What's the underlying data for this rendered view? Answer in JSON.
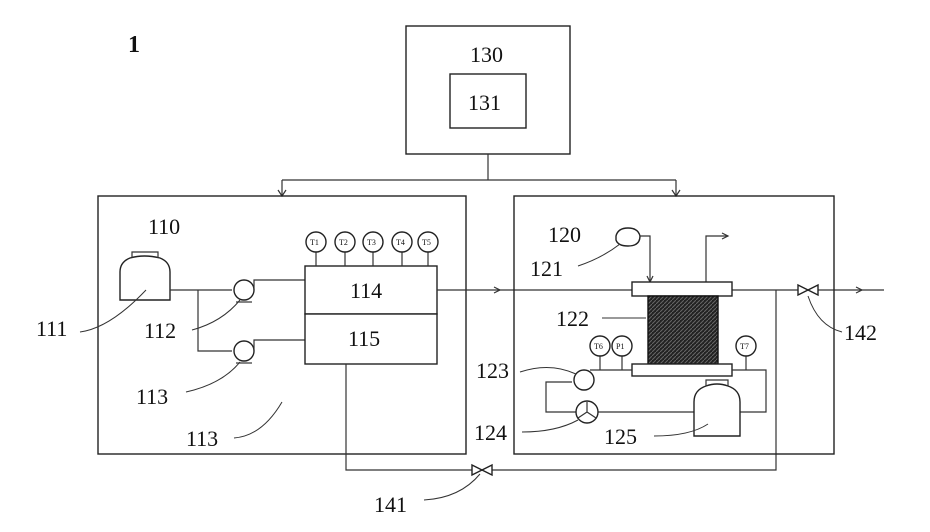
{
  "figure_label": "1",
  "controller": {
    "outer": "130",
    "inner": "131"
  },
  "left_unit": {
    "label": "110",
    "tank": "111",
    "pump_a": "112",
    "pump_b": "113",
    "region": "113",
    "upper_block": "114",
    "lower_block": "115",
    "sensors": [
      "T1",
      "T2",
      "T3",
      "T4",
      "T5"
    ]
  },
  "right_unit": {
    "label": "120",
    "blower": "121",
    "stack": "122",
    "pump": "123",
    "radiator": "124",
    "reservoir": "125",
    "sensors": [
      "T6",
      "P1",
      "T7"
    ]
  },
  "valves": {
    "bottom": "141",
    "outlet": "142"
  }
}
